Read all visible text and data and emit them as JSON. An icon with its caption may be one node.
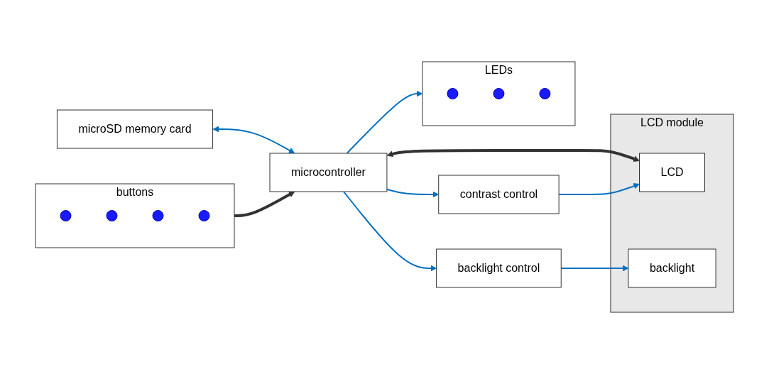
{
  "diagram": {
    "nodes": [
      {
        "text": [
          "LCD module"
        ]
      },
      {
        "text": [
          "microSD memory card"
        ]
      },
      {
        "text": [
          "microcontroller"
        ]
      },
      {
        "text": [
          "LCD"
        ],
        "in": 0
      },
      {
        "text": [
          "contrast control"
        ]
      },
      {
        "text": [
          "backlight control"
        ]
      },
      {
        "text": [
          "backlight"
        ],
        "in": 0
      },
      {
        "text": [
          "LEDs"
        ]
      },
      {
        "text": [],
        "shape": "circle",
        "in": 7
      },
      {
        "text": [],
        "shape": "circle",
        "in": 7
      },
      {
        "text": [],
        "shape": "circle",
        "in": 7
      },
      {
        "text": [
          "buttons"
        ]
      },
      {
        "text": [],
        "shape": "circle",
        "in": 11
      },
      {
        "text": [],
        "shape": "circle",
        "in": 11
      },
      {
        "text": [],
        "shape": "circle",
        "in": 11
      },
      {
        "text": [],
        "shape": "circle",
        "in": 11
      }
    ],
    "edges": [
      {
        "from": 1,
        "to": 2,
        "arrow": "both"
      },
      {
        "from": 2,
        "to": 3,
        "arrow": "both",
        "style": "thick",
        "color": "#333333"
      },
      {
        "from": 2,
        "to": 4,
        "arrow": "to"
      },
      {
        "from": 4,
        "to": 3,
        "arrow": "to"
      },
      {
        "from": 2,
        "to": 5,
        "arrow": "to"
      },
      {
        "from": 5,
        "to": 6,
        "arrow": "to"
      },
      {
        "from": 2,
        "to": 7,
        "arrow": "to"
      },
      {
        "from": 11,
        "to": 2,
        "arrow": "to",
        "style": "thick",
        "color": "#333333"
      }
    ]
  }
}
